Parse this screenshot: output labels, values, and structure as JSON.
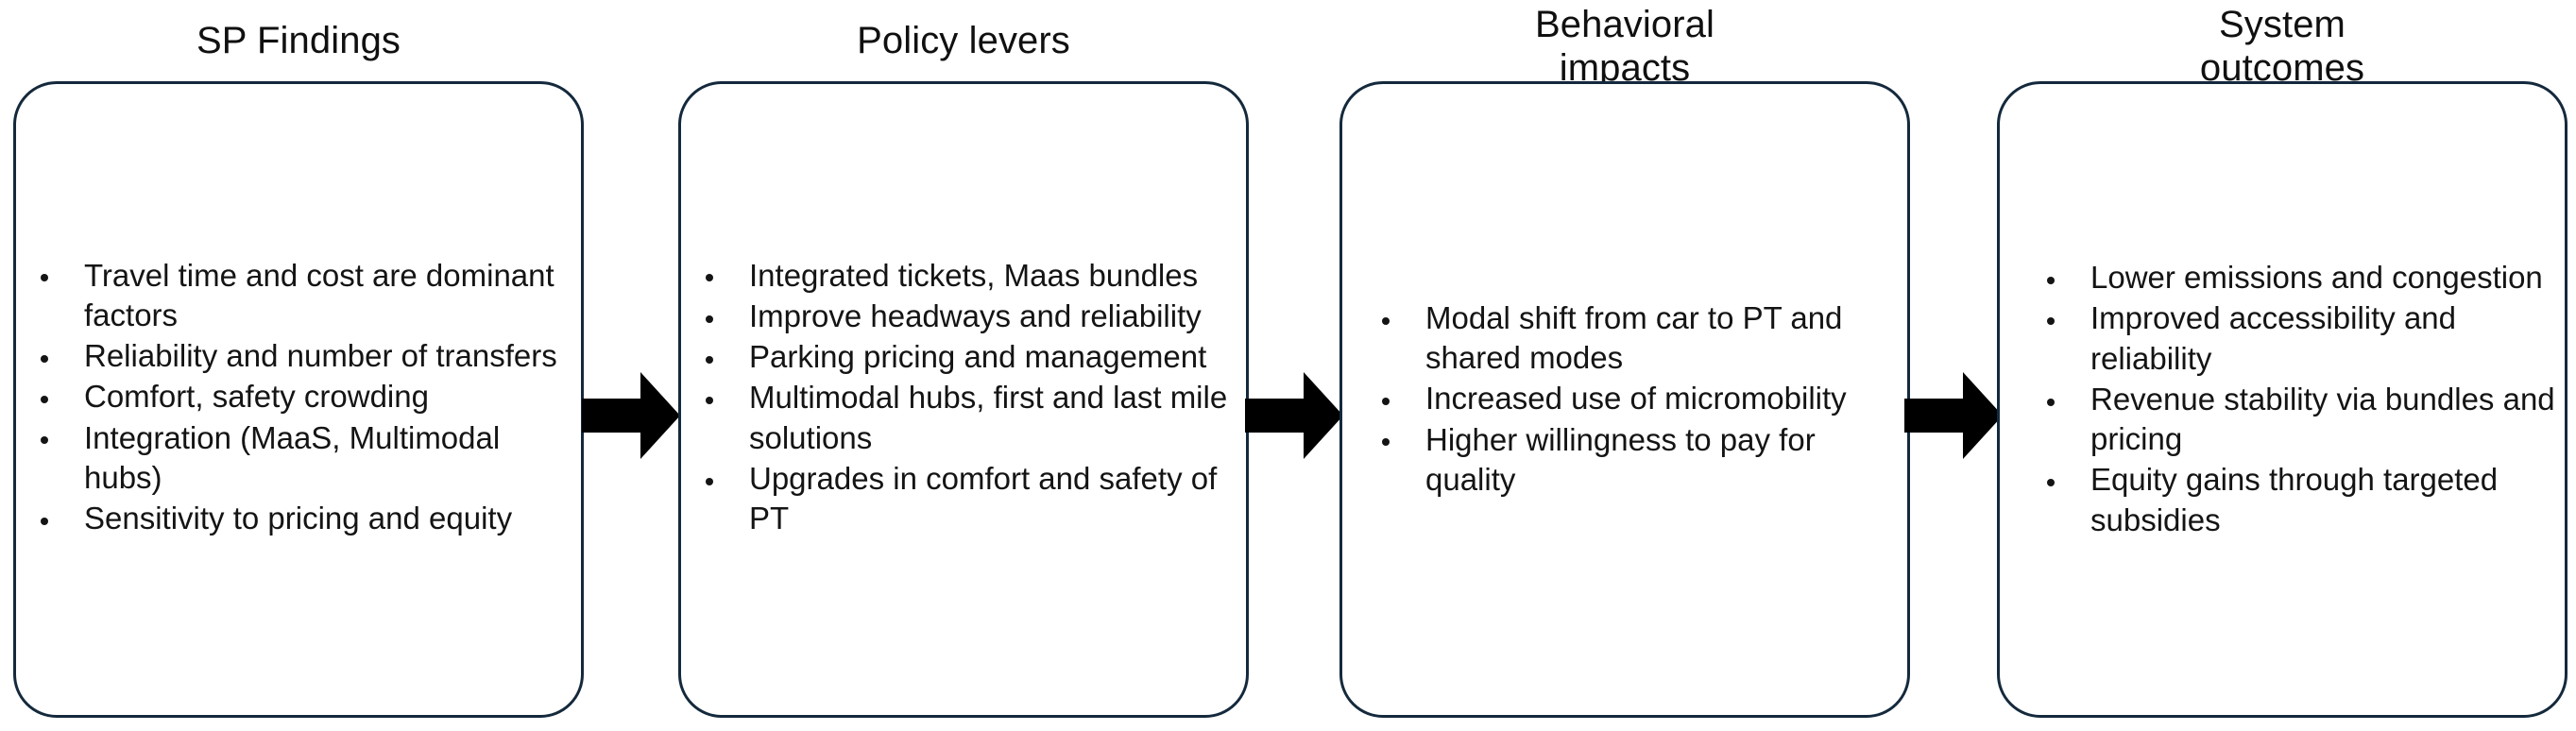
{
  "diagram": {
    "title_text": "SP Findings to Policy levers to Behavioral impacts to System outcomes",
    "type": "linear-flow",
    "border_color": "#14293c",
    "arrow_color": "#000000",
    "background_color": "#ffffff",
    "stages": [
      {
        "id": "sp-findings",
        "title": "SP Findings",
        "bullets": [
          "Travel time and cost are dominant factors",
          "Reliability and number of transfers",
          "Comfort, safety crowding",
          "Integration (MaaS, Multimodal hubs)",
          "Sensitivity to pricing and equity"
        ]
      },
      {
        "id": "policy-levers",
        "title": "Policy levers",
        "bullets": [
          "Integrated tickets, Maas bundles",
          "Improve headways and reliability",
          "Parking pricing and management",
          "Multimodal hubs, first and last mile solutions",
          "Upgrades in comfort and safety of PT"
        ]
      },
      {
        "id": "behavioral-impacts",
        "title": "Behavioral\nimpacts",
        "bullets": [
          "Modal shift from car to PT and shared modes",
          "Increased use of micromobility",
          "Higher willingness to pay for quality"
        ]
      },
      {
        "id": "system-outcomes",
        "title": "System\noutcomes",
        "bullets": [
          "Lower emissions and congestion",
          "Improved accessibility and reliability",
          "Revenue stability via bundles and pricing",
          "Equity gains through targeted subsidies"
        ]
      }
    ],
    "connectors": [
      {
        "id": "arrow-1",
        "from": "sp-findings",
        "to": "policy-levers",
        "glyph": "right-arrow"
      },
      {
        "id": "arrow-2",
        "from": "policy-levers",
        "to": "behavioral-impacts",
        "glyph": "right-arrow"
      },
      {
        "id": "arrow-3",
        "from": "behavioral-impacts",
        "to": "system-outcomes",
        "glyph": "right-arrow"
      }
    ]
  }
}
